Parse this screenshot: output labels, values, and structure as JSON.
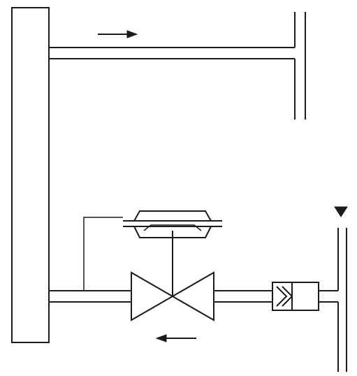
{
  "diagram": {
    "type": "piping-schematic",
    "components": [
      "main-column",
      "top-horizontal-pipe",
      "top-right-vertical-pipe",
      "bottom-horizontal-pipe",
      "control-valve",
      "diaphragm-actuator",
      "impulse-line",
      "check-valve",
      "right-vertical-pipe"
    ],
    "flow_arrows": {
      "top": "right",
      "bottom": "left"
    },
    "symbols": {
      "level_marker": "downward-triangle",
      "valve": "globe-control-valve",
      "check_valve": "non-return-valve"
    },
    "colors": {
      "line": "#1a1a1a",
      "background": "#ffffff"
    }
  }
}
